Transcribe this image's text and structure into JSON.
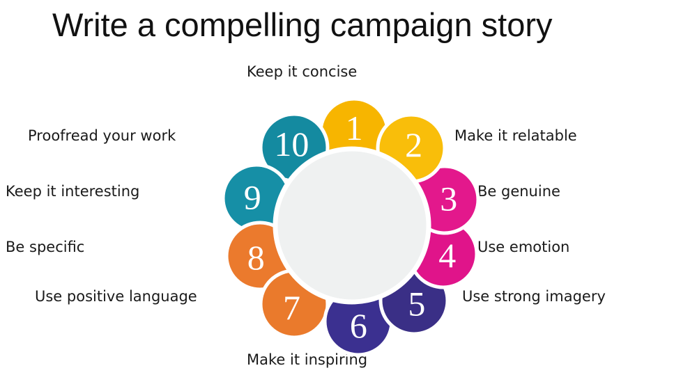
{
  "title": "Write a compelling campaign story",
  "steps": [
    {
      "number": "1",
      "label": "Keep it concise",
      "color": "#f7b500"
    },
    {
      "number": "2",
      "label": "Make it relatable",
      "color": "#f9be0a"
    },
    {
      "number": "3",
      "label": "Be genuine",
      "color": "#e3188c"
    },
    {
      "number": "4",
      "label": "Use emotion",
      "color": "#e0148a"
    },
    {
      "number": "5",
      "label": "Use strong imagery",
      "color": "#3a2f86"
    },
    {
      "number": "6",
      "label": "Make it inspiring",
      "color": "#3b3090"
    },
    {
      "number": "7",
      "label": "Use positive language",
      "color": "#ea7a2c"
    },
    {
      "number": "8",
      "label": "Be specific",
      "color": "#eb7a2d"
    },
    {
      "number": "9",
      "label": "Keep it interesting",
      "color": "#168fa6"
    },
    {
      "number": "10",
      "label": "Proofread your work",
      "color": "#148aa0"
    }
  ],
  "center_color": "#eff1f1"
}
